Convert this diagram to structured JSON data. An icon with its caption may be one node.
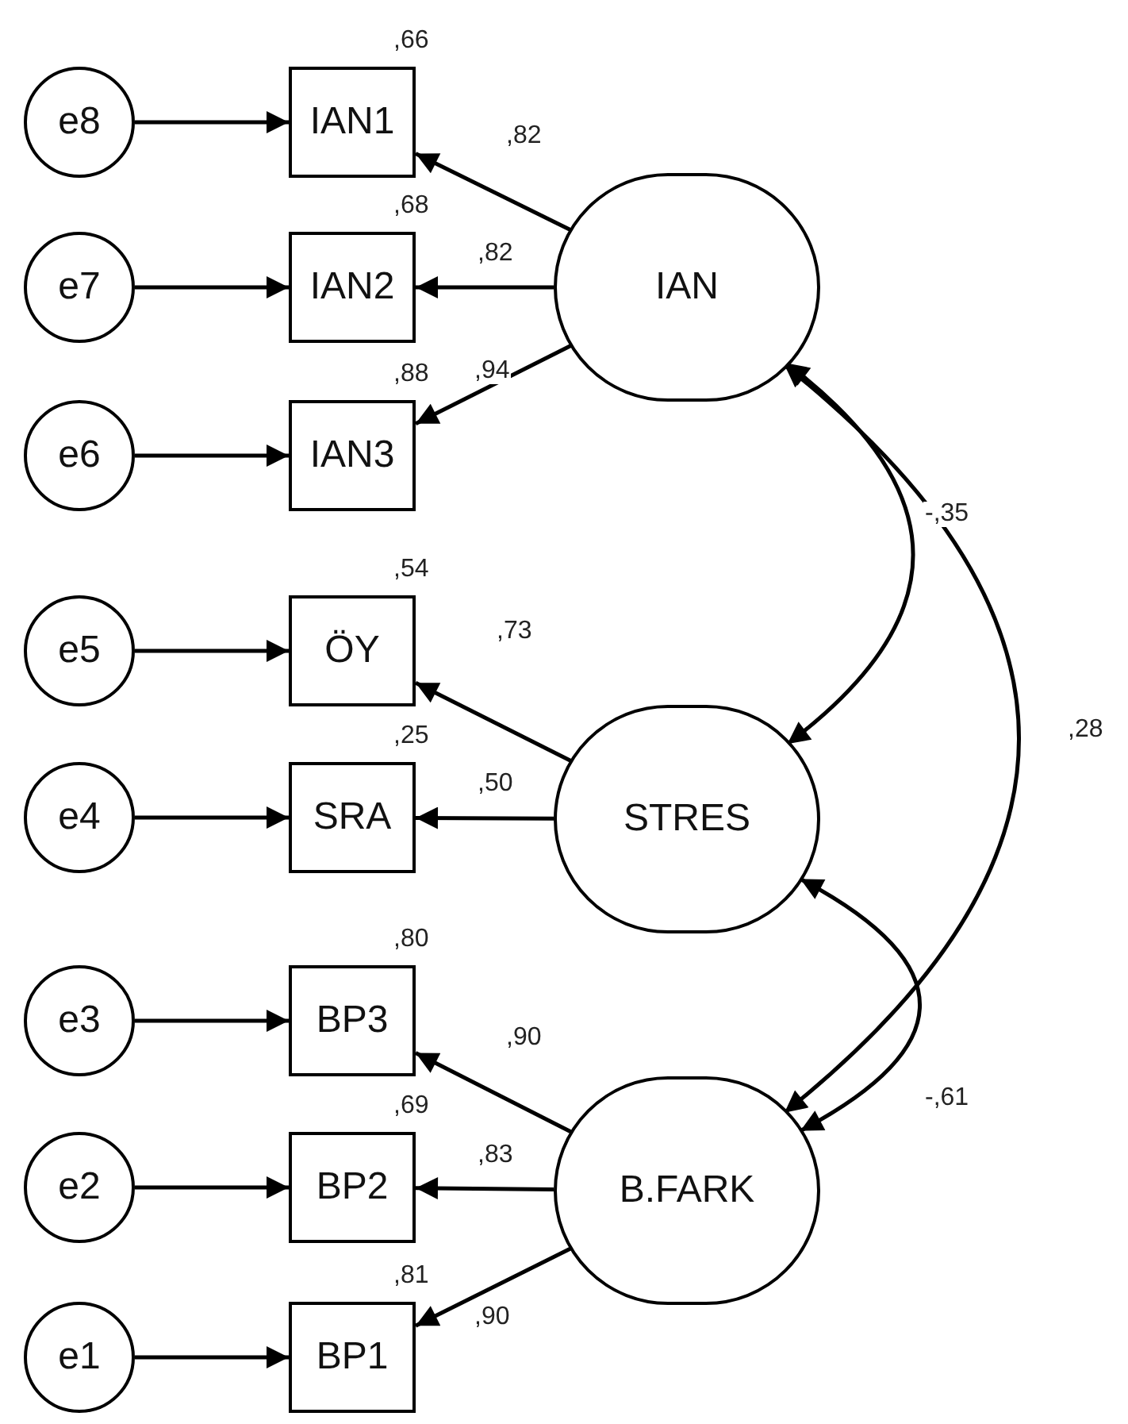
{
  "diagram": {
    "nodes": [
      {
        "text": [
          "e8"
        ]
      },
      {
        "text": [
          "e7"
        ]
      },
      {
        "text": [
          "e6"
        ]
      },
      {
        "text": [
          "e5"
        ]
      },
      {
        "text": [
          "e4"
        ]
      },
      {
        "text": [
          "e3"
        ]
      },
      {
        "text": [
          "e2"
        ]
      },
      {
        "text": [
          "e1"
        ]
      },
      {
        "text": [
          "IAN1"
        ],
        "beside": [
          ",66"
        ]
      },
      {
        "text": [
          "IAN2"
        ],
        "beside": [
          ",68"
        ]
      },
      {
        "text": [
          "IAN3"
        ],
        "beside": [
          ",88"
        ]
      },
      {
        "text": [
          "ÖY"
        ],
        "beside": [
          ",54"
        ]
      },
      {
        "text": [
          "SRA"
        ],
        "beside": [
          ",25"
        ]
      },
      {
        "text": [
          "BP3"
        ],
        "beside": [
          ",80"
        ]
      },
      {
        "text": [
          "BP2"
        ],
        "beside": [
          ",69"
        ]
      },
      {
        "text": [
          "BP1"
        ],
        "beside": [
          ",81"
        ]
      },
      {
        "text": [
          "IAN"
        ]
      },
      {
        "text": [
          "STRES"
        ]
      },
      {
        "text": [
          "B.FARK"
        ]
      }
    ],
    "edges": [
      {
        "from": 0,
        "to": 8,
        "arrow": "to"
      },
      {
        "from": 1,
        "to": 9,
        "arrow": "to"
      },
      {
        "from": 2,
        "to": 10,
        "arrow": "to"
      },
      {
        "from": 3,
        "to": 11,
        "arrow": "to"
      },
      {
        "from": 4,
        "to": 12,
        "arrow": "to"
      },
      {
        "from": 5,
        "to": 13,
        "arrow": "to"
      },
      {
        "from": 6,
        "to": 14,
        "arrow": "to"
      },
      {
        "from": 7,
        "to": 15,
        "arrow": "to"
      },
      {
        "from": 16,
        "to": 8,
        "arrow": "to",
        "label": ",82"
      },
      {
        "from": 16,
        "to": 9,
        "arrow": "to",
        "label": ",82"
      },
      {
        "from": 16,
        "to": 10,
        "arrow": "to",
        "label": ",94"
      },
      {
        "from": 17,
        "to": 11,
        "arrow": "to",
        "label": ",73"
      },
      {
        "from": 17,
        "to": 12,
        "arrow": "to",
        "label": ",50"
      },
      {
        "from": 18,
        "to": 13,
        "arrow": "to",
        "label": ",90"
      },
      {
        "from": 18,
        "to": 14,
        "arrow": "to",
        "label": ",83"
      },
      {
        "from": 18,
        "to": 15,
        "arrow": "to",
        "label": ",90"
      },
      {
        "from": 16,
        "to": 17,
        "arrow": "both",
        "label": "-,35"
      },
      {
        "from": 16,
        "to": 18,
        "arrow": "both",
        "label": ",28"
      },
      {
        "from": 17,
        "to": 18,
        "arrow": "both",
        "label": "-,61"
      }
    ]
  }
}
